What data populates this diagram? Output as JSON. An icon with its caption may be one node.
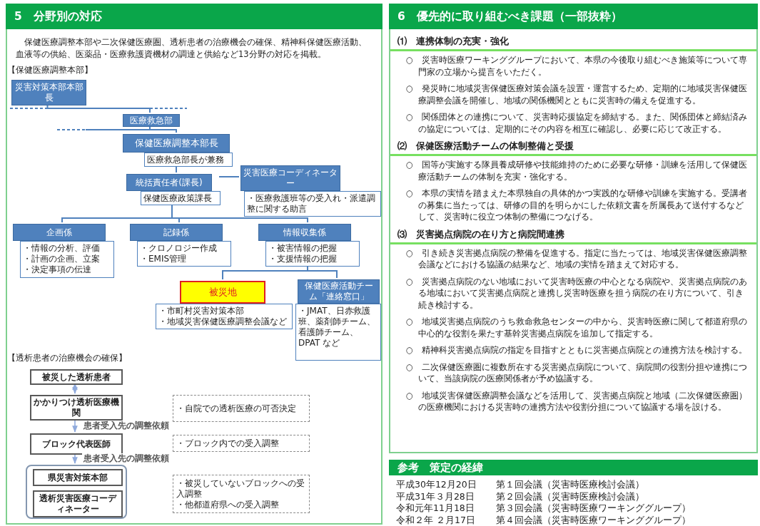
{
  "diagram": {
    "nodes": [
      {
        "text": [
          "5　分野別の対応",
          "保健医療調整本部や二次保健医療圏、透析患者の治療機会の確保、精神科保健医療活動、血液等の供給、医薬品・医療救護資機材の調達と供給など13分野の対応を掲載。"
        ]
      },
      {
        "text": [
          "災害対策本部本部長"
        ],
        "in": 0
      },
      {
        "text": [
          "医療救急部"
        ],
        "in": 0
      },
      {
        "text": [
          "保健医療調整本部長",
          "医療救急部長が兼務"
        ],
        "in": 0
      },
      {
        "text": [
          "統括責任者(課長)",
          "保健医療政策課長"
        ],
        "in": 0
      },
      {
        "text": [
          "災害医療コーディネーター",
          "・医療救護班等の受入れ・派遣調整に関する助言"
        ],
        "in": 0
      },
      {
        "text": [
          "企画係",
          "・情報の分析、評価",
          "・計画の企画、立案",
          "・決定事項の伝達"
        ],
        "in": 0
      },
      {
        "text": [
          "記録係",
          "・クロノロジー作成",
          "・EMIS管理"
        ],
        "in": 0
      },
      {
        "text": [
          "情報収集係",
          "・被害情報の把握",
          "・支援情報の把握"
        ],
        "in": 0
      },
      {
        "text": [
          "被災地",
          "・市町村災害対策本部",
          "・地域災害保健医療調整会議など"
        ],
        "in": 0
      },
      {
        "text": [
          "保健医療活動チーム「連絡窓口」",
          "・JMAT、日赤救護班、薬剤師チーム、看護師チーム、DPAT など"
        ],
        "in": 0
      },
      {
        "text": [
          "被災した透析患者"
        ],
        "in": 0
      },
      {
        "text": [
          "かかりつけ透析医療機関"
        ],
        "in": 0
      },
      {
        "text": [
          "・自院での透析医療の可否決定"
        ],
        "in": 0
      },
      {
        "text": [
          "ブロック代表医師"
        ],
        "in": 0
      },
      {
        "text": [
          "・ブロック内での受入調整"
        ],
        "in": 0
      },
      {
        "text": [],
        "shape": "box",
        "in": 0
      },
      {
        "text": [
          "県災害対策本部"
        ],
        "in": 16
      },
      {
        "text": [
          "透析災害医療コーディネーター"
        ],
        "in": 16
      },
      {
        "text": [
          "・被災していないブロックへの受入調整",
          "・他都道府県への受入調整"
        ],
        "in": 0
      },
      {
        "text": [
          "6　優先的に取り組むべき課題（一部抜粋）"
        ]
      },
      {
        "text": [
          "参考　策定の経緯"
        ]
      }
    ],
    "edges": [
      {
        "from": 1,
        "to": 2,
        "arrow": "none"
      },
      {
        "from": 2,
        "to": 3,
        "arrow": "none"
      },
      {
        "from": 3,
        "to": 4,
        "arrow": "none"
      },
      {
        "from": 4,
        "to": 5,
        "arrow": "none"
      },
      {
        "from": 4,
        "to": 6,
        "arrow": "none"
      },
      {
        "from": 4,
        "to": 7,
        "arrow": "none"
      },
      {
        "from": 4,
        "to": 8,
        "arrow": "none"
      },
      {
        "from": 8,
        "to": 9,
        "arrow": "none"
      },
      {
        "from": 8,
        "to": 10,
        "arrow": "none"
      },
      {
        "from": 11,
        "to": 12,
        "arrow": "both",
        "color": "#8faadc"
      },
      {
        "from": 12,
        "to": 14,
        "arrow": "to",
        "label": "患者受入先の調整依頼",
        "color": "#8faadc"
      },
      {
        "from": 14,
        "to": 16,
        "arrow": "to",
        "label": "患者受入先の調整依頼",
        "color": "#8faadc"
      }
    ],
    "labels": [
      "【保健医療調整本部】",
      "【透析患者の治療機会の確保】",
      "⑴　連携体制の充実・強化",
      "○　災害時医療ワーキンググループにおいて、本県の今後取り組むべき施策等について専門家の立場から提言をいただく。",
      "○　発災時に地域災害保健医療対策会議を設置・運営するため、定期的に地域災害保健医療調整会議を開催し、地域の関係機関とともに災害時の備えを促進する。",
      "○　関係団体との連携について、災害時応援協定を締結する。また、関係団体と締結済みの協定については、定期的にその内容を相互に確認し、必要に応じて改正する。",
      "⑵　保健医療活動チームの体制整備と受援",
      "○　国等が実施する隊員養成研修や技能維持のために必要な研修・訓練を活用して保健医療活動チームの体制を充実・強化する。",
      "○　本県の実情を踏まえた本県独自の具体的かつ実践的な研修や訓練を実施する。受講者の募集に当たっては、研修の目的を明らかにした依頼文書を所属長あて送付するなどして、災害時に役立つ体制の整備につなげる。",
      "⑶　災害拠点病院の在り方と病院間連携",
      "○　引き続き災害拠点病院の整備を促進する。指定に当たっては、地域災害保健医療調整会議などにおける協議の結果など、地域の実情を踏まえて対応する。",
      "○　災害拠点病院のない地域において災害時医療の中心となる病院や、災害拠点病院のある地域において災害拠点病院と連携し災害時医療を担う病院の在り方について、引き続き検討する。",
      "○　地域災害拠点病院のうち救命救急センターの中から、災害時医療に関して都道府県の中心的な役割を果たす基幹災害拠点病院を追加して指定する。",
      "○　精神科災害拠点病院の指定を目指すとともに災害拠点病院との連携方法を検討する。",
      "○　二次保健医療圏に複数所在する災害拠点病院について、病院間の役割分担や連携について、当該病院の医療関係者が予め協議する。",
      "○　地域災害保健医療調整会議などを活用して、災害拠点病院と地域（二次保健医療圏）の医療機関における災害時の連携方法や役割分担について協議する場を設ける。",
      "平成30年12月20日",
      "第１回会議（災害時医療検討会議）",
      "平成31年３月28日",
      "第２回会議（災害時医療検討会議）",
      "令和元年11月18日",
      "第３回会議（災害時医療ワーキンググループ）",
      "令和２年 ２月17日",
      "第４回会議（災害時医療ワーキンググループ）"
    ]
  }
}
